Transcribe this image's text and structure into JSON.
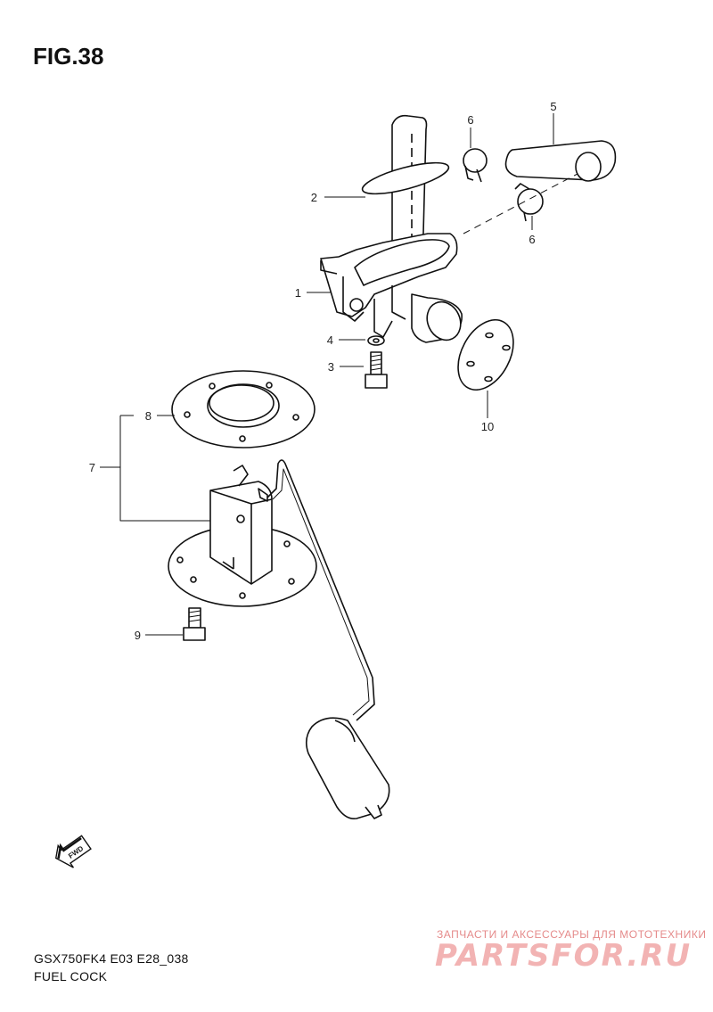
{
  "figure": {
    "title": "FIG.38",
    "code": "GSX750FK4 E03 E28_038",
    "name": "FUEL COCK"
  },
  "callouts": [
    {
      "id": "1",
      "label": "1"
    },
    {
      "id": "2",
      "label": "2"
    },
    {
      "id": "3",
      "label": "3"
    },
    {
      "id": "4",
      "label": "4"
    },
    {
      "id": "5",
      "label": "5"
    },
    {
      "id": "6a",
      "label": "6"
    },
    {
      "id": "6b",
      "label": "6"
    },
    {
      "id": "7",
      "label": "7"
    },
    {
      "id": "8",
      "label": "8"
    },
    {
      "id": "9",
      "label": "9"
    },
    {
      "id": "10",
      "label": "10"
    }
  ],
  "icons": {
    "fwd_arrow": {
      "label": "FWD",
      "icon": "forward-arrow-icon"
    }
  },
  "watermark": {
    "line1": "ЗАПЧАСТИ И АКСЕССУАРЫ ДЛЯ МОТОТЕХНИКИ",
    "line2": "PARTSFOR.RU",
    "color": "#f2b3b3"
  }
}
